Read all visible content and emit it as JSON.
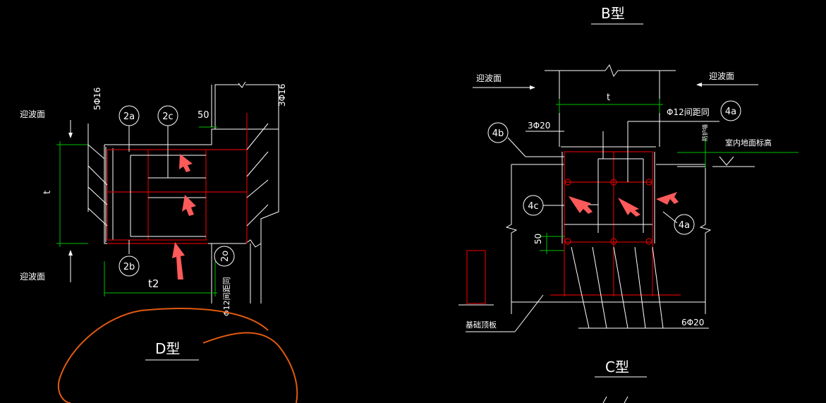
{
  "colors": {
    "background": "#000000",
    "line": "#ffffff",
    "dim": "#00c000",
    "rebar": "#d00000",
    "marker": "#ff5a5a",
    "sketch": "#e05a10"
  },
  "left_detail": {
    "title": "D型",
    "labels": {
      "wave_top": "迎波面",
      "wave_bottom": "迎波面",
      "rebar_left": "5Φ16",
      "rebar_right": "3Φ16",
      "spacing": "Φ12间距同",
      "dim_t": "t",
      "dim_t2": "t2",
      "dim_50": "50"
    },
    "tags": {
      "a": "2a",
      "c": "2c",
      "b": "2b",
      "o": "2o"
    }
  },
  "right_detail": {
    "title_top": "B型",
    "title_bottom": "C型",
    "labels": {
      "wave_left": "迎波面",
      "wave_right": "迎波面",
      "dim_t": "t",
      "spacing": "Φ12间距同",
      "rebar_top": "3Φ20",
      "rebar_bottom": "6Φ20",
      "dim_50": "50",
      "floor": "室内地面标高",
      "slab": "基础顶板",
      "small": "防护墙"
    },
    "tags": {
      "b": "4b",
      "a_top": "4a",
      "c": "4c",
      "a_mid": "4a"
    }
  }
}
